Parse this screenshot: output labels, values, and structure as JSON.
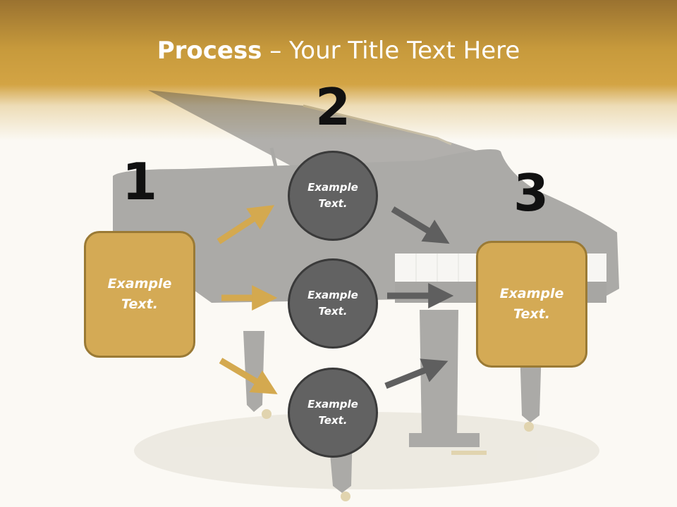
{
  "title": {
    "bold": "Process",
    "rest": " – Your Title Text Here"
  },
  "steps": [
    {
      "number": "1",
      "text": "Example Text."
    },
    {
      "number": "2",
      "text": "Example Text."
    },
    {
      "number": "3",
      "text": "Example Text."
    }
  ],
  "circles": [
    {
      "text": "Example Text."
    },
    {
      "text": "Example Text."
    },
    {
      "text": "Example Text."
    }
  ],
  "colors": {
    "header_gold": "#c79a3c",
    "box_fill": "#d4aa55",
    "box_border": "#9a7a35",
    "circle_fill": "#626262",
    "circle_border": "#3a3a3a",
    "gold_arrow": "#d4a94f",
    "gray_arrow": "#5f5f5f",
    "number_color": "#111111"
  },
  "background": {
    "image": "grand-piano-photo"
  }
}
